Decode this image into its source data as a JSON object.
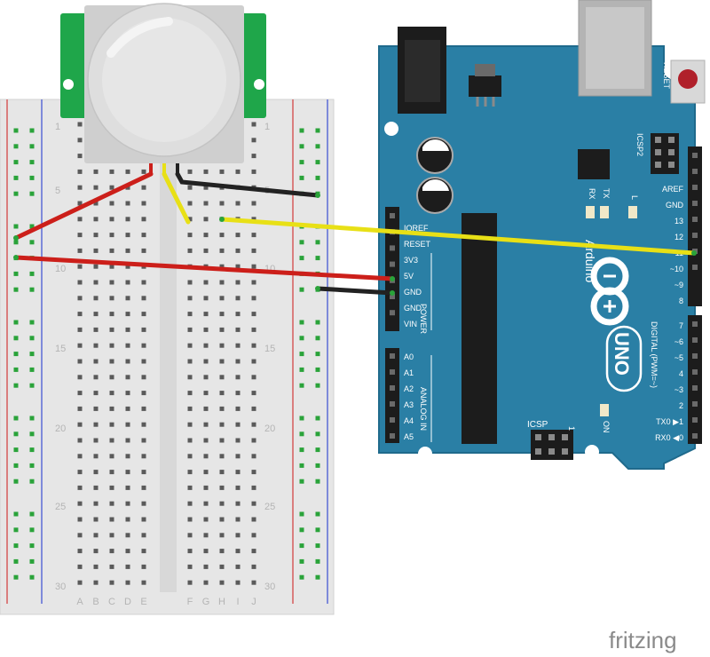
{
  "breadboard": {
    "row_numbers": [
      "1",
      "5",
      "10",
      "15",
      "20",
      "25",
      "30"
    ],
    "column_letters_left": [
      "A",
      "B",
      "C",
      "D",
      "E"
    ],
    "column_letters_right": [
      "F",
      "G",
      "H",
      "I",
      "J"
    ]
  },
  "arduino": {
    "brand": "Arduino",
    "model": "UNO",
    "reset_label": "RESET",
    "icsp2_label": "ICSP2",
    "icsp_label": "ICSP",
    "icsp_pin1": "1",
    "led_labels": [
      "RX",
      "TX",
      "L"
    ],
    "on_label": "ON",
    "power_pins": [
      "IOREF",
      "RESET",
      "3V3",
      "5V",
      "GND",
      "GND",
      "VIN"
    ],
    "power_header_label": "POWER",
    "analog_pins": [
      "A0",
      "A1",
      "A2",
      "A3",
      "A4",
      "A5"
    ],
    "analog_header_label": "ANALOG IN",
    "digital_top_pins": [
      "AREF",
      "GND",
      "13",
      "12",
      "~11",
      "~10",
      "~9",
      "8"
    ],
    "digital_bottom_pins": [
      "7",
      "~6",
      "~5",
      "4",
      "~3",
      "2",
      "TX0 ▶1",
      "RX0 ◀0"
    ],
    "digital_header_label": "DIGITAL (PWM=~)"
  },
  "watermark": "fritzing",
  "colors": {
    "board_blue": "#2a7fa5",
    "board_edge": "#1f6a8c",
    "wire_red": "#cc1f1a",
    "wire_black": "#222222",
    "wire_yellow": "#e8e016",
    "pir_green": "#1fa64a",
    "breadboard": "#e8e8e8"
  }
}
